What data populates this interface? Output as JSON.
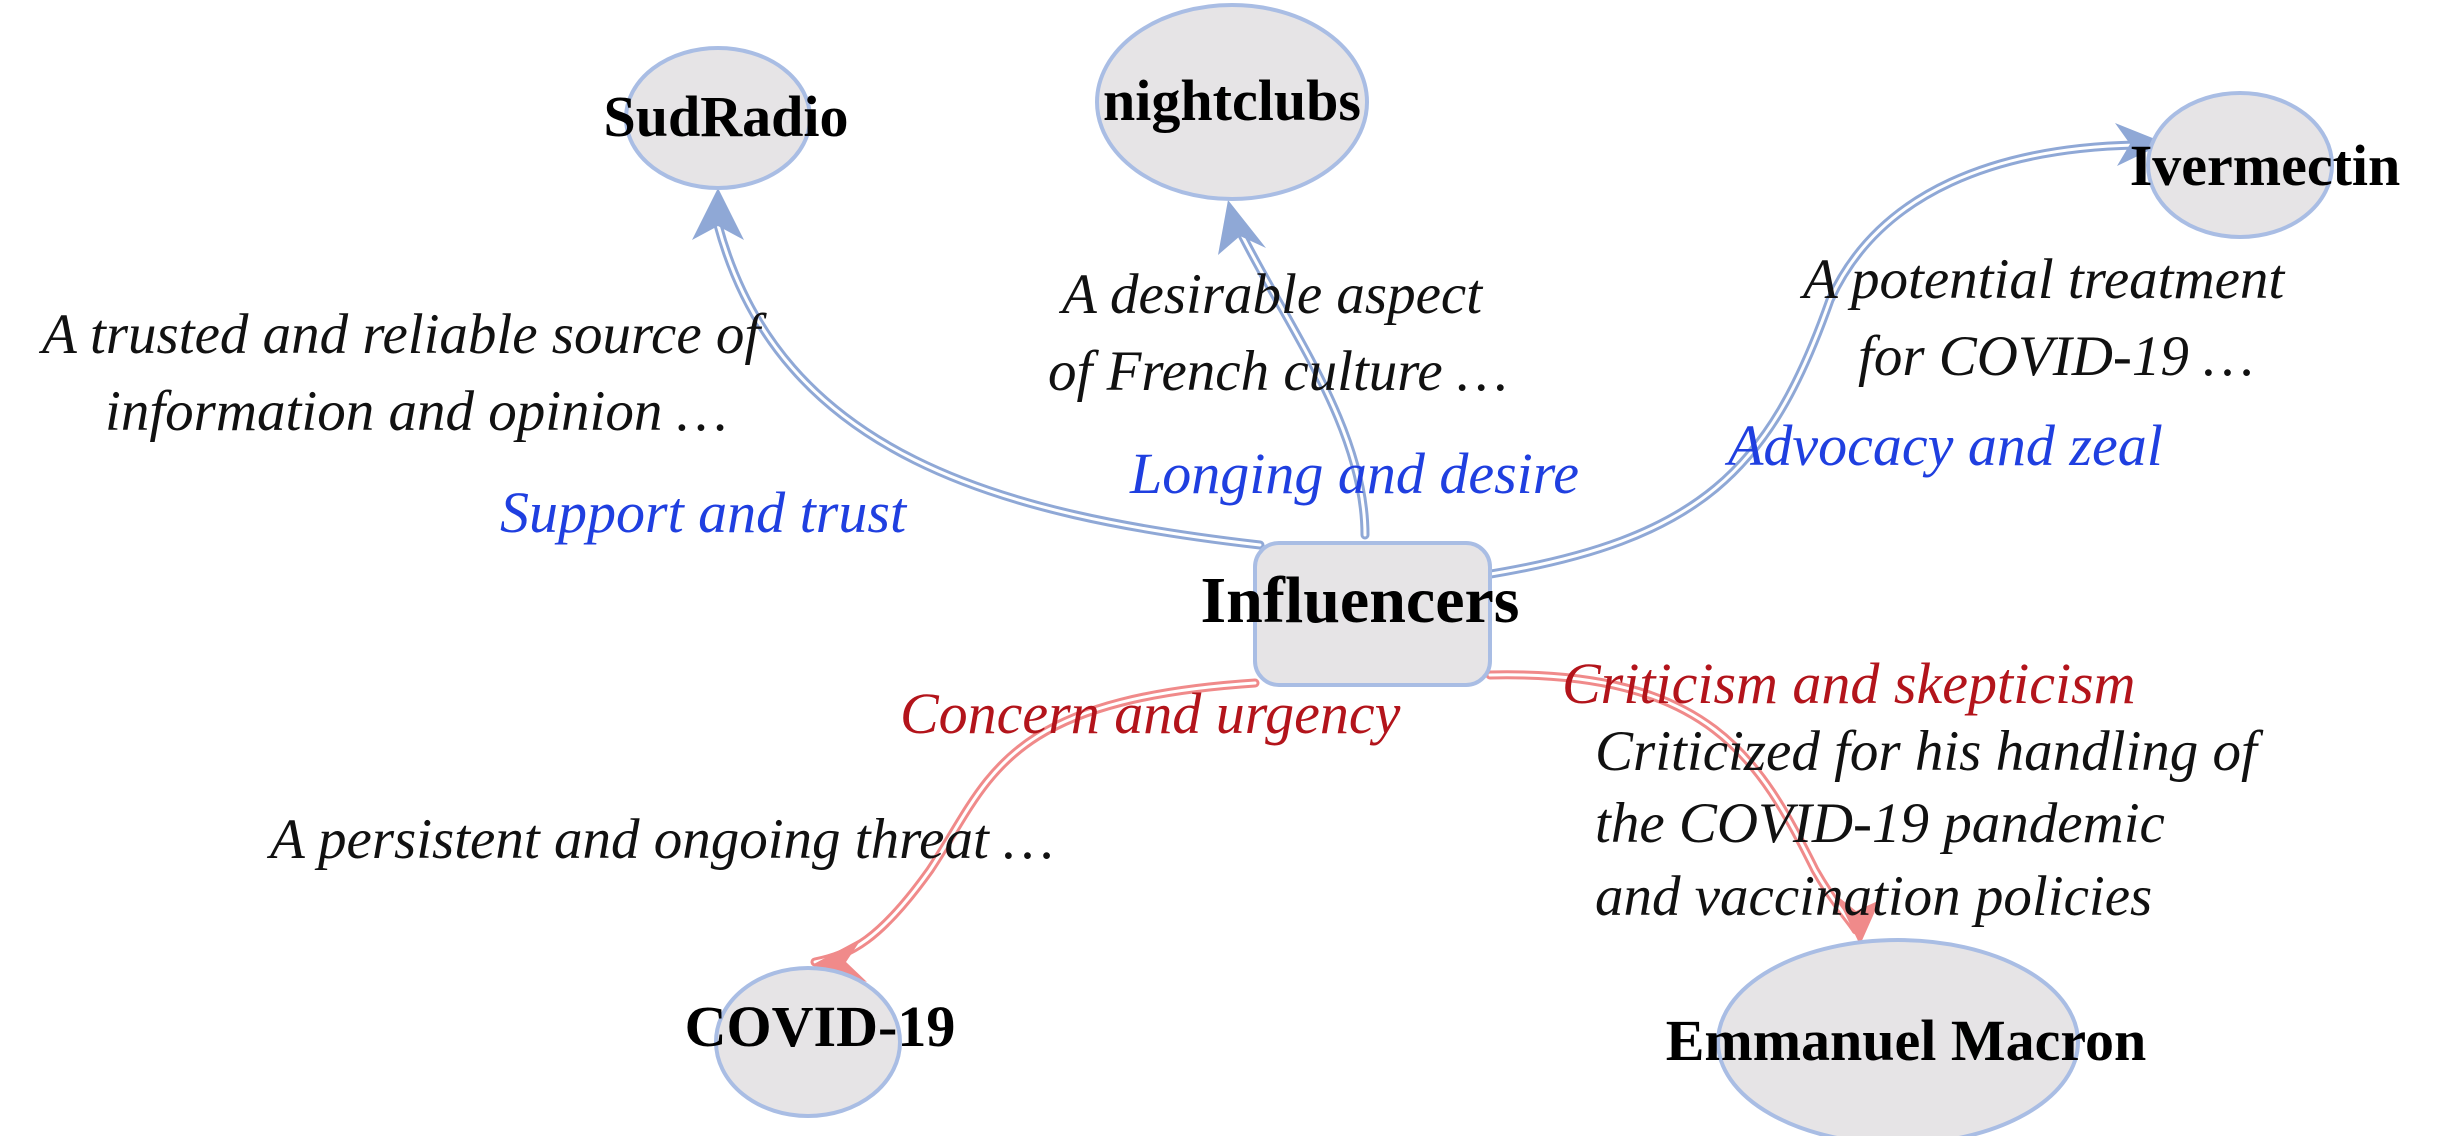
{
  "colors": {
    "positive": "#1f3fe0",
    "negative": "#b3141b",
    "positive_edge": "#8fa8d6",
    "negative_edge": "#f08a8a",
    "node_fill": "#e6e4e6",
    "node_stroke": "#a9bde4"
  },
  "center": {
    "label": "Influencers"
  },
  "targets": {
    "sudradio": {
      "label": "SudRadio",
      "relation": "Support and trust",
      "description": [
        "A trusted and reliable source of",
        "information and opinion …"
      ]
    },
    "nightclubs": {
      "label": "nightclubs",
      "relation": "Longing and desire",
      "description": [
        "A desirable aspect",
        "of French culture …"
      ]
    },
    "ivermectin": {
      "label": "Ivermectin",
      "relation": "Advocacy and zeal",
      "description": [
        "A potential treatment",
        "for COVID-19 …"
      ]
    },
    "covid": {
      "label": "COVID-19",
      "relation": "Concern and urgency",
      "description": [
        "A persistent and ongoing threat …"
      ]
    },
    "macron": {
      "label": "Emmanuel Macron",
      "relation": "Criticism and skepticism",
      "description": [
        "Criticized for his handling of",
        "the COVID-19 pandemic",
        "and vaccination policies"
      ]
    }
  }
}
